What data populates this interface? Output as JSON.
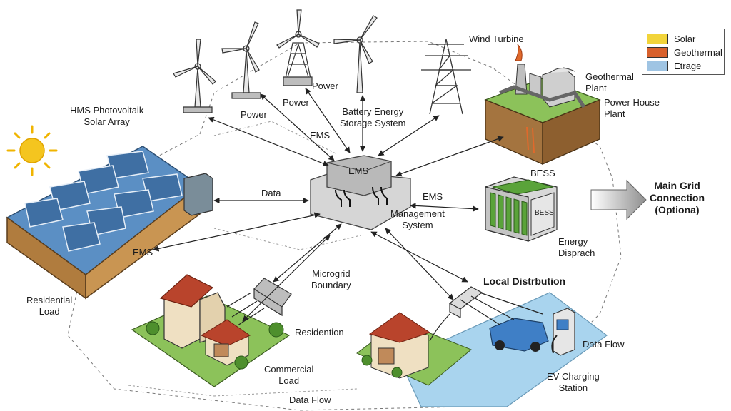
{
  "labels": {
    "solar_array": [
      "HMS Photovoltaik",
      "Solar Array"
    ],
    "wind_turbine": "Wind Turbine",
    "power_1": "Power",
    "power_2": "Power",
    "power_3": "Power",
    "ems_top": "EMS",
    "battery_storage": [
      "Battery Energy",
      "Storage System"
    ],
    "geothermal_plant": [
      "Geothermal",
      "Plant"
    ],
    "power_house": [
      "Power House",
      "Plant"
    ],
    "ems_box": "EMS",
    "data": "Data",
    "ems_right": "EMS",
    "management_system": [
      "Management",
      "System"
    ],
    "bess_top": "BESS",
    "bess_box": "BESS",
    "energy_dispatch": [
      "Energy",
      "Disprach"
    ],
    "main_grid": [
      "Main Grid",
      "Connection",
      "(Optiona)"
    ],
    "ems_left": "EMS",
    "microgrid_boundary": [
      "Microgrid",
      "Boundary"
    ],
    "local_distribution": "Local Distrbution",
    "residential_load": [
      "Residential",
      "Load"
    ],
    "residention": "Residention",
    "commercial_load": [
      "Commercial",
      "Load"
    ],
    "data_flow_right": "Data Flow",
    "ev_charging": [
      "EV Charging",
      "Station"
    ],
    "data_flow_bottom": "Data Flow"
  },
  "legend": [
    {
      "label": "Solar",
      "color": "#f2d43a"
    },
    {
      "label": "Geothermal",
      "color": "#d8602c"
    },
    {
      "label": "Etrage",
      "color": "#9fc4e3"
    }
  ],
  "colors": {
    "panel_blue": "#3f6fa3",
    "roof_blue": "#5b8fc4",
    "building_tan": "#c99552",
    "grass_green": "#8cc25a",
    "battery_green": "#5aa33a",
    "house_red": "#b9442c",
    "water_blue": "#a9d4ee",
    "car_blue": "#3f7fc6",
    "sun_yellow": "#f4c51f"
  }
}
